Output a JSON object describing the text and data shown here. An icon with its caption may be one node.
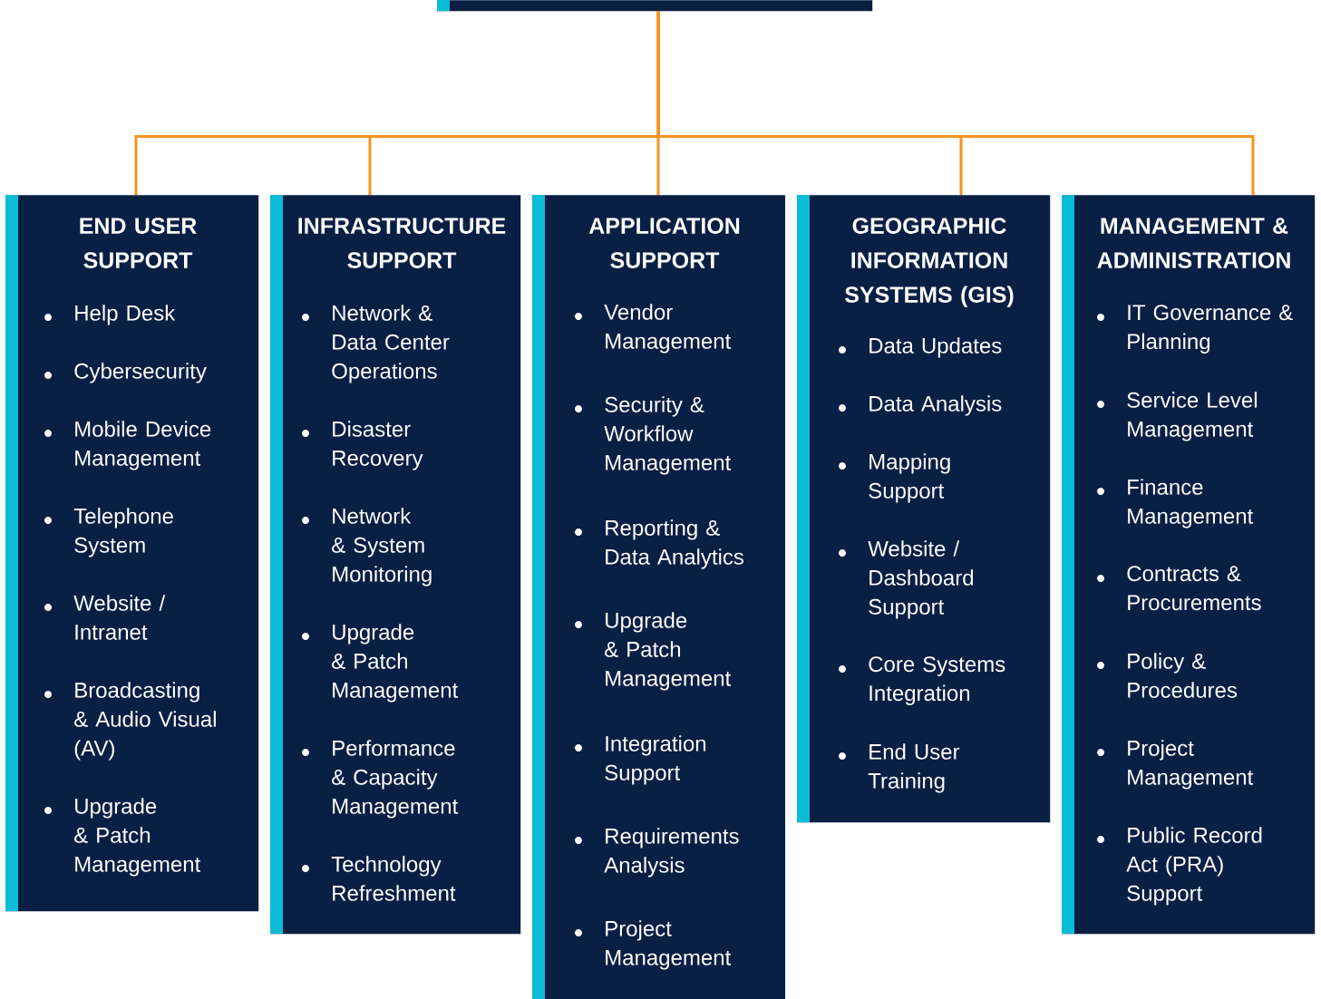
{
  "diagram": {
    "nodes": [
      {
        "text": [],
        "shape": "box"
      },
      {
        "text": [
          "END USER SUPPORT",
          "Help Desk",
          "Cybersecurity",
          "Mobile Device Management",
          "Telephone System",
          "Website / Intranet",
          "Broadcasting & Audio Visual (AV)",
          "Upgrade & Patch Management"
        ]
      },
      {
        "text": [
          "INFRASTRUCTURE SUPPORT",
          "Network & Data Center Operations",
          "Disaster Recovery",
          "Network & System Monitoring",
          "Upgrade & Patch Management",
          "Performance & Capacity Management",
          "Technology Refreshment"
        ]
      },
      {
        "text": [
          "APPLICATION SUPPORT",
          "Vendor Management",
          "Security & Workflow Management",
          "Reporting & Data Analytics",
          "Upgrade & Patch Management",
          "Integration Support",
          "Requirements Analysis",
          "Project Management"
        ]
      },
      {
        "text": [
          "GEOGRAPHIC INFORMATION SYSTEMS (GIS)",
          "Data Updates",
          "Data Analysis",
          "Mapping Support",
          "Website / Dashboard Support",
          "Core Systems Integration",
          "End User Training"
        ]
      },
      {
        "text": [
          "MANAGEMENT & ADMINISTRATION",
          "IT Governance & Planning",
          "Service Level Management",
          "Finance Management",
          "Contracts & Procurements",
          "Policy & Procedures",
          "Project Management",
          "Public Record Act (PRA) Support"
        ]
      }
    ],
    "edges": [
      {
        "from": 0,
        "to": 1,
        "arrow": "none"
      },
      {
        "from": 0,
        "to": 2,
        "arrow": "none"
      },
      {
        "from": 0,
        "to": 3,
        "arrow": "none"
      },
      {
        "from": 0,
        "to": 4,
        "arrow": "none"
      },
      {
        "from": 0,
        "to": 5,
        "arrow": "none"
      }
    ]
  }
}
